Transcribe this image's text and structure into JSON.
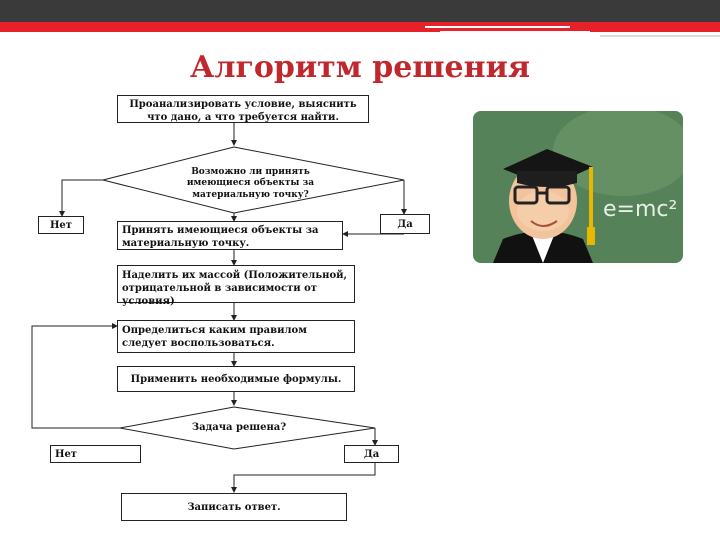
{
  "title": "Алгоритм решения",
  "flowchart": {
    "step_analyze": "Проанализировать условие, выяснить что дано, а что требуется найти.",
    "decision_material_point": "Возможно ли принять имеющиеся объекты за материальную точку?",
    "no_label_1": "Нет",
    "yes_label_1": "Да",
    "step_accept_points": "Принять имеющиеся объекты за материальную точку.",
    "step_mass": "Наделить их массой (Положительной, отрицательной в зависимости от условия)",
    "step_rule": "Определиться каким правилом следует воспользоваться.",
    "step_formulas": "Применить необходимые формулы.",
    "decision_solved": "Задача решена?",
    "no_label_2": "Нет",
    "yes_label_2": "Да",
    "step_answer": "Записать ответ."
  },
  "image": {
    "equation": "e=mc²"
  }
}
